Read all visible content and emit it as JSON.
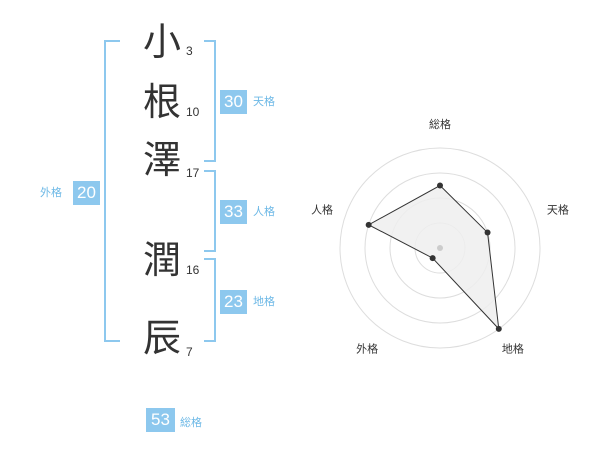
{
  "name": {
    "chars": [
      {
        "char": "小",
        "strokes": "3"
      },
      {
        "char": "根",
        "strokes": "10"
      },
      {
        "char": "澤",
        "strokes": "17"
      },
      {
        "char": "潤",
        "strokes": "16"
      },
      {
        "char": "辰",
        "strokes": "7"
      }
    ]
  },
  "fortunes": {
    "tenkaku": {
      "value": "30",
      "label": "天格"
    },
    "jinkaku": {
      "value": "33",
      "label": "人格"
    },
    "chikaku": {
      "value": "23",
      "label": "地格"
    },
    "gaikaku": {
      "value": "20",
      "label": "外格"
    },
    "soukaku": {
      "value": "53",
      "label": "総格"
    }
  },
  "colors": {
    "accent": "#8dc8ee",
    "accent_text": "#6cb8e6"
  },
  "chart_data": {
    "type": "radar",
    "axes": [
      "総格",
      "天格",
      "地格",
      "外格",
      "人格"
    ],
    "rings": 4,
    "values": [
      2.5,
      2,
      4,
      0.5,
      3
    ]
  }
}
